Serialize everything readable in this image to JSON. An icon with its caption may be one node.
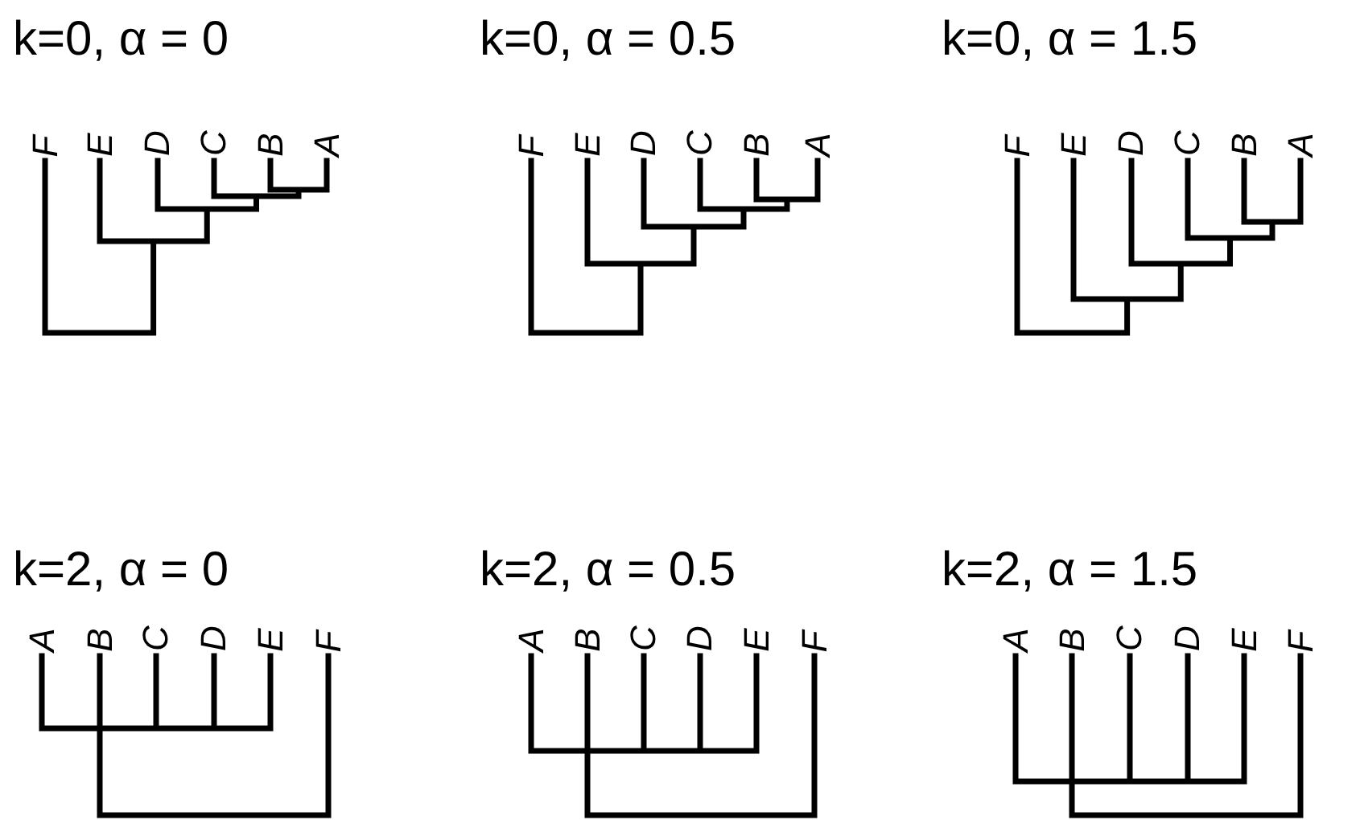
{
  "diagram": {
    "labels": [
      "k=0, α = 0",
      "k=0, α = 0.5",
      "k=0, α = 1.5",
      "F",
      "E",
      "D",
      "C",
      "B",
      "A",
      "F",
      "E",
      "D",
      "C",
      "B",
      "A",
      "F",
      "E",
      "D",
      "C",
      "B",
      "A",
      "k=2, α = 0",
      "k=2, α = 0.5",
      "k=2, α = 1.5",
      "A",
      "B",
      "C",
      "D",
      "E",
      "F",
      "A",
      "B",
      "C",
      "D",
      "E",
      "F",
      "A",
      "B",
      "C",
      "D",
      "E",
      "F"
    ]
  }
}
